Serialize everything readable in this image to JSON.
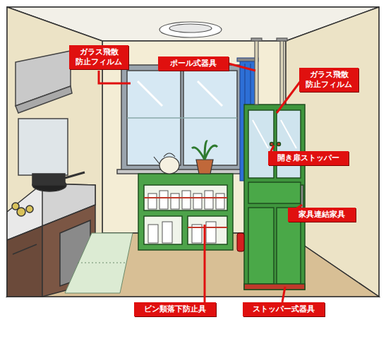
{
  "diagram": {
    "nodes": [
      {
        "text": [
          "ガラス飛散 防止フィルム"
        ]
      },
      {
        "text": [
          "ポール式器具"
        ]
      },
      {
        "text": [
          "ガラス飛散 防止フィルム"
        ]
      },
      {
        "text": [
          "開き扉ストッパー"
        ]
      },
      {
        "text": [
          "家具連結家具"
        ]
      },
      {
        "text": [
          "ビン類落下防止具"
        ]
      },
      {
        "text": [
          "ストッパー式器具"
        ]
      }
    ]
  }
}
